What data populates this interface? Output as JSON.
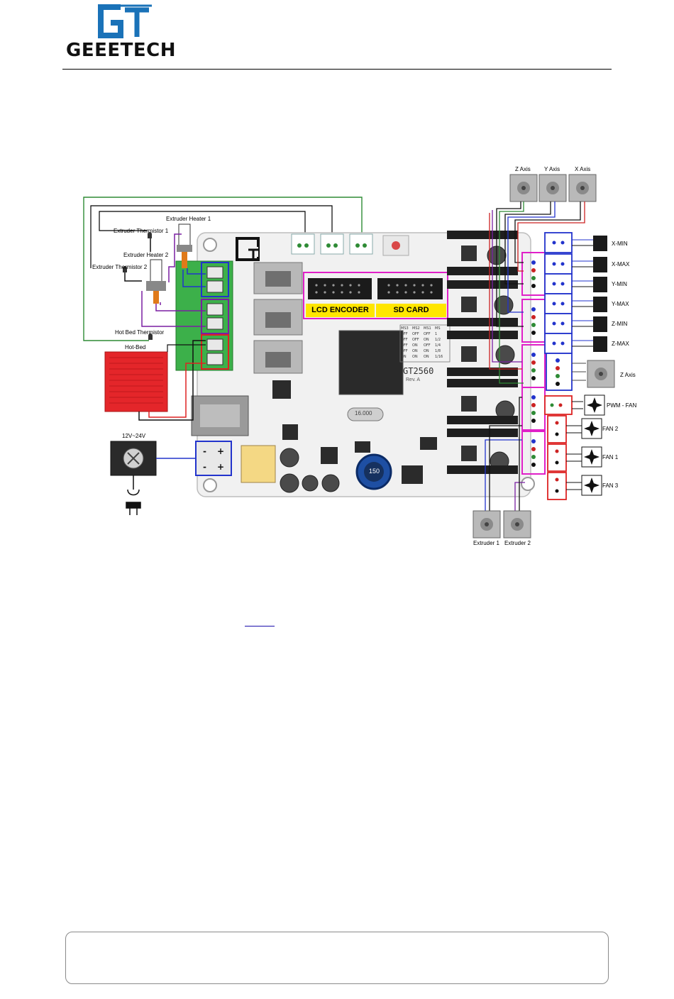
{
  "brand": {
    "name": "GEEETECH",
    "logo_monogram": "GT"
  },
  "diagram": {
    "board_name": "GT2560",
    "board_rev": "Rev. A",
    "crystal_label": "16.000",
    "inductor_label": "150",
    "headers": {
      "lcd": "LCD ENCODER",
      "sd": "SD CARD"
    },
    "left_labels": {
      "heater1": "Extruder Heater 1",
      "thermistor1": "Extruder Thermistor 1",
      "heater2": "Extruder Heater 2",
      "thermistor2": "Extruder Thermistor 2",
      "bed_thermistor": "Hot Bed Thermistor",
      "hotbed": "Hot-Bed",
      "power": "12V~24V"
    },
    "motors_top": [
      "Z Axis",
      "Y Axis",
      "X Axis"
    ],
    "motors_bottom": [
      "Extruder 1",
      "Extruder 2"
    ],
    "endstops": [
      "X-MIN",
      "X-MAX",
      "Y-MIN",
      "Y-MAX",
      "Z-MIN",
      "Z-MAX"
    ],
    "z_axis_right": "Z Axis",
    "fans": [
      "PWM - FAN",
      "FAN 2",
      "FAN 1",
      "FAN 3"
    ],
    "ms_table": {
      "header": [
        "MS3",
        "MS2",
        "MS1",
        "MS"
      ],
      "rows": [
        [
          "OFF",
          "OFF",
          "OFF",
          "1"
        ],
        [
          "OFF",
          "OFF",
          "ON",
          "1/2"
        ],
        [
          "OFF",
          "ON",
          "OFF",
          "1/4"
        ],
        [
          "OFF",
          "ON",
          "ON",
          "1/8"
        ],
        [
          "ON",
          "ON",
          "ON",
          "1/16"
        ]
      ]
    }
  },
  "colors": {
    "logo_blue": "#1a72b8",
    "header_yellow": "#ffe600",
    "frame_magenta": "#e020c8",
    "hotbed_red": "#e4262a",
    "terminal_green": "#3cb04a",
    "wire_blue": "#2233cc",
    "wire_purple": "#7a1fa2",
    "wire_green": "#2e8b35"
  }
}
